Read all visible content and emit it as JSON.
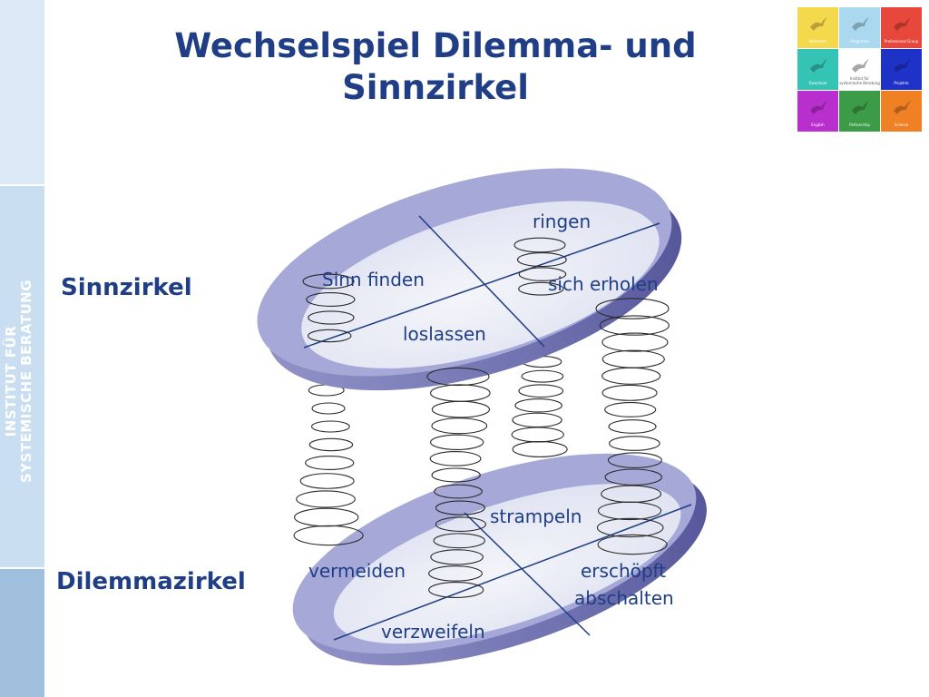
{
  "title": "Wechselspiel Dilemma- und Sinnzirkel",
  "sidebar": {
    "vertical_text": [
      "INSTITUT FÜR",
      "SYSTEMISCHE BERATUNG"
    ]
  },
  "labels": {
    "sinnzirkel": "Sinnzirkel",
    "dilemmazirkel": "Dilemmazirkel"
  },
  "upper_disc": {
    "words": {
      "ringen": "ringen",
      "sinn_finden": "Sinn finden",
      "sich_erholen": "sich erholen",
      "loslassen": "loslassen"
    }
  },
  "lower_disc": {
    "words": {
      "strampeln": "strampeln",
      "vermeiden": "vermeiden",
      "erschoepft": "erschöpft",
      "abschalten": "abschalten",
      "verzweifeln": "verzweifeln"
    }
  },
  "logo": {
    "tiles": [
      {
        "label": "Netzwerk",
        "color": "#f4d94c"
      },
      {
        "label": "Programm",
        "color": "#a9d8ef"
      },
      {
        "label": "Professional Group",
        "color": "#e8473b"
      },
      {
        "label": "Download",
        "color": "#34c3b4"
      },
      {
        "label": "Institut für systemische Beratung",
        "color": "#ffffff"
      },
      {
        "label": "Projekte",
        "color": "#1f32c8"
      },
      {
        "label": "English",
        "color": "#b92fcd"
      },
      {
        "label": "Partnership",
        "color": "#3c9b46"
      },
      {
        "label": "Science",
        "color": "#f08024"
      }
    ]
  },
  "colors": {
    "title": "#1f3e85",
    "disc_top": "#a6a8d8",
    "disc_inner": "#e9ebf5",
    "disc_side": "#8c8ec4",
    "spring": "#2a2a2a"
  }
}
